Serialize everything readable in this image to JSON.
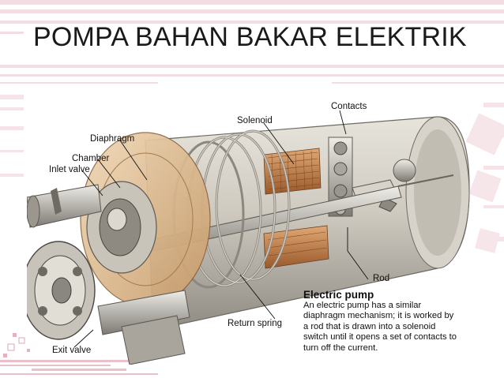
{
  "slide": {
    "title": "POMPA BAHAN BAKAR ELEKTRIK"
  },
  "figure": {
    "labels": {
      "contacts": "Contacts",
      "solenoid": "Solenoid",
      "diaphragm": "Diaphragm",
      "chamber": "Chamber",
      "inlet_valve": "Inlet valve",
      "rod": "Rod",
      "return_spring": "Return spring",
      "exit_valve": "Exit valve"
    },
    "caption": {
      "title": "Electric pump",
      "body_lines": [
        "An electric pump has a similar",
        "diaphragm mechanism; it is worked by",
        "a rod that is drawn into a solenoid",
        "switch until it opens a set of contacts to",
        "turn off the current."
      ]
    }
  },
  "colors": {
    "stripe": "#f2d9df",
    "stripe_dark": "#e9c4cd",
    "metal": "#b9b6ad",
    "copper": "#c98a52",
    "tan": "#d9b48a"
  }
}
